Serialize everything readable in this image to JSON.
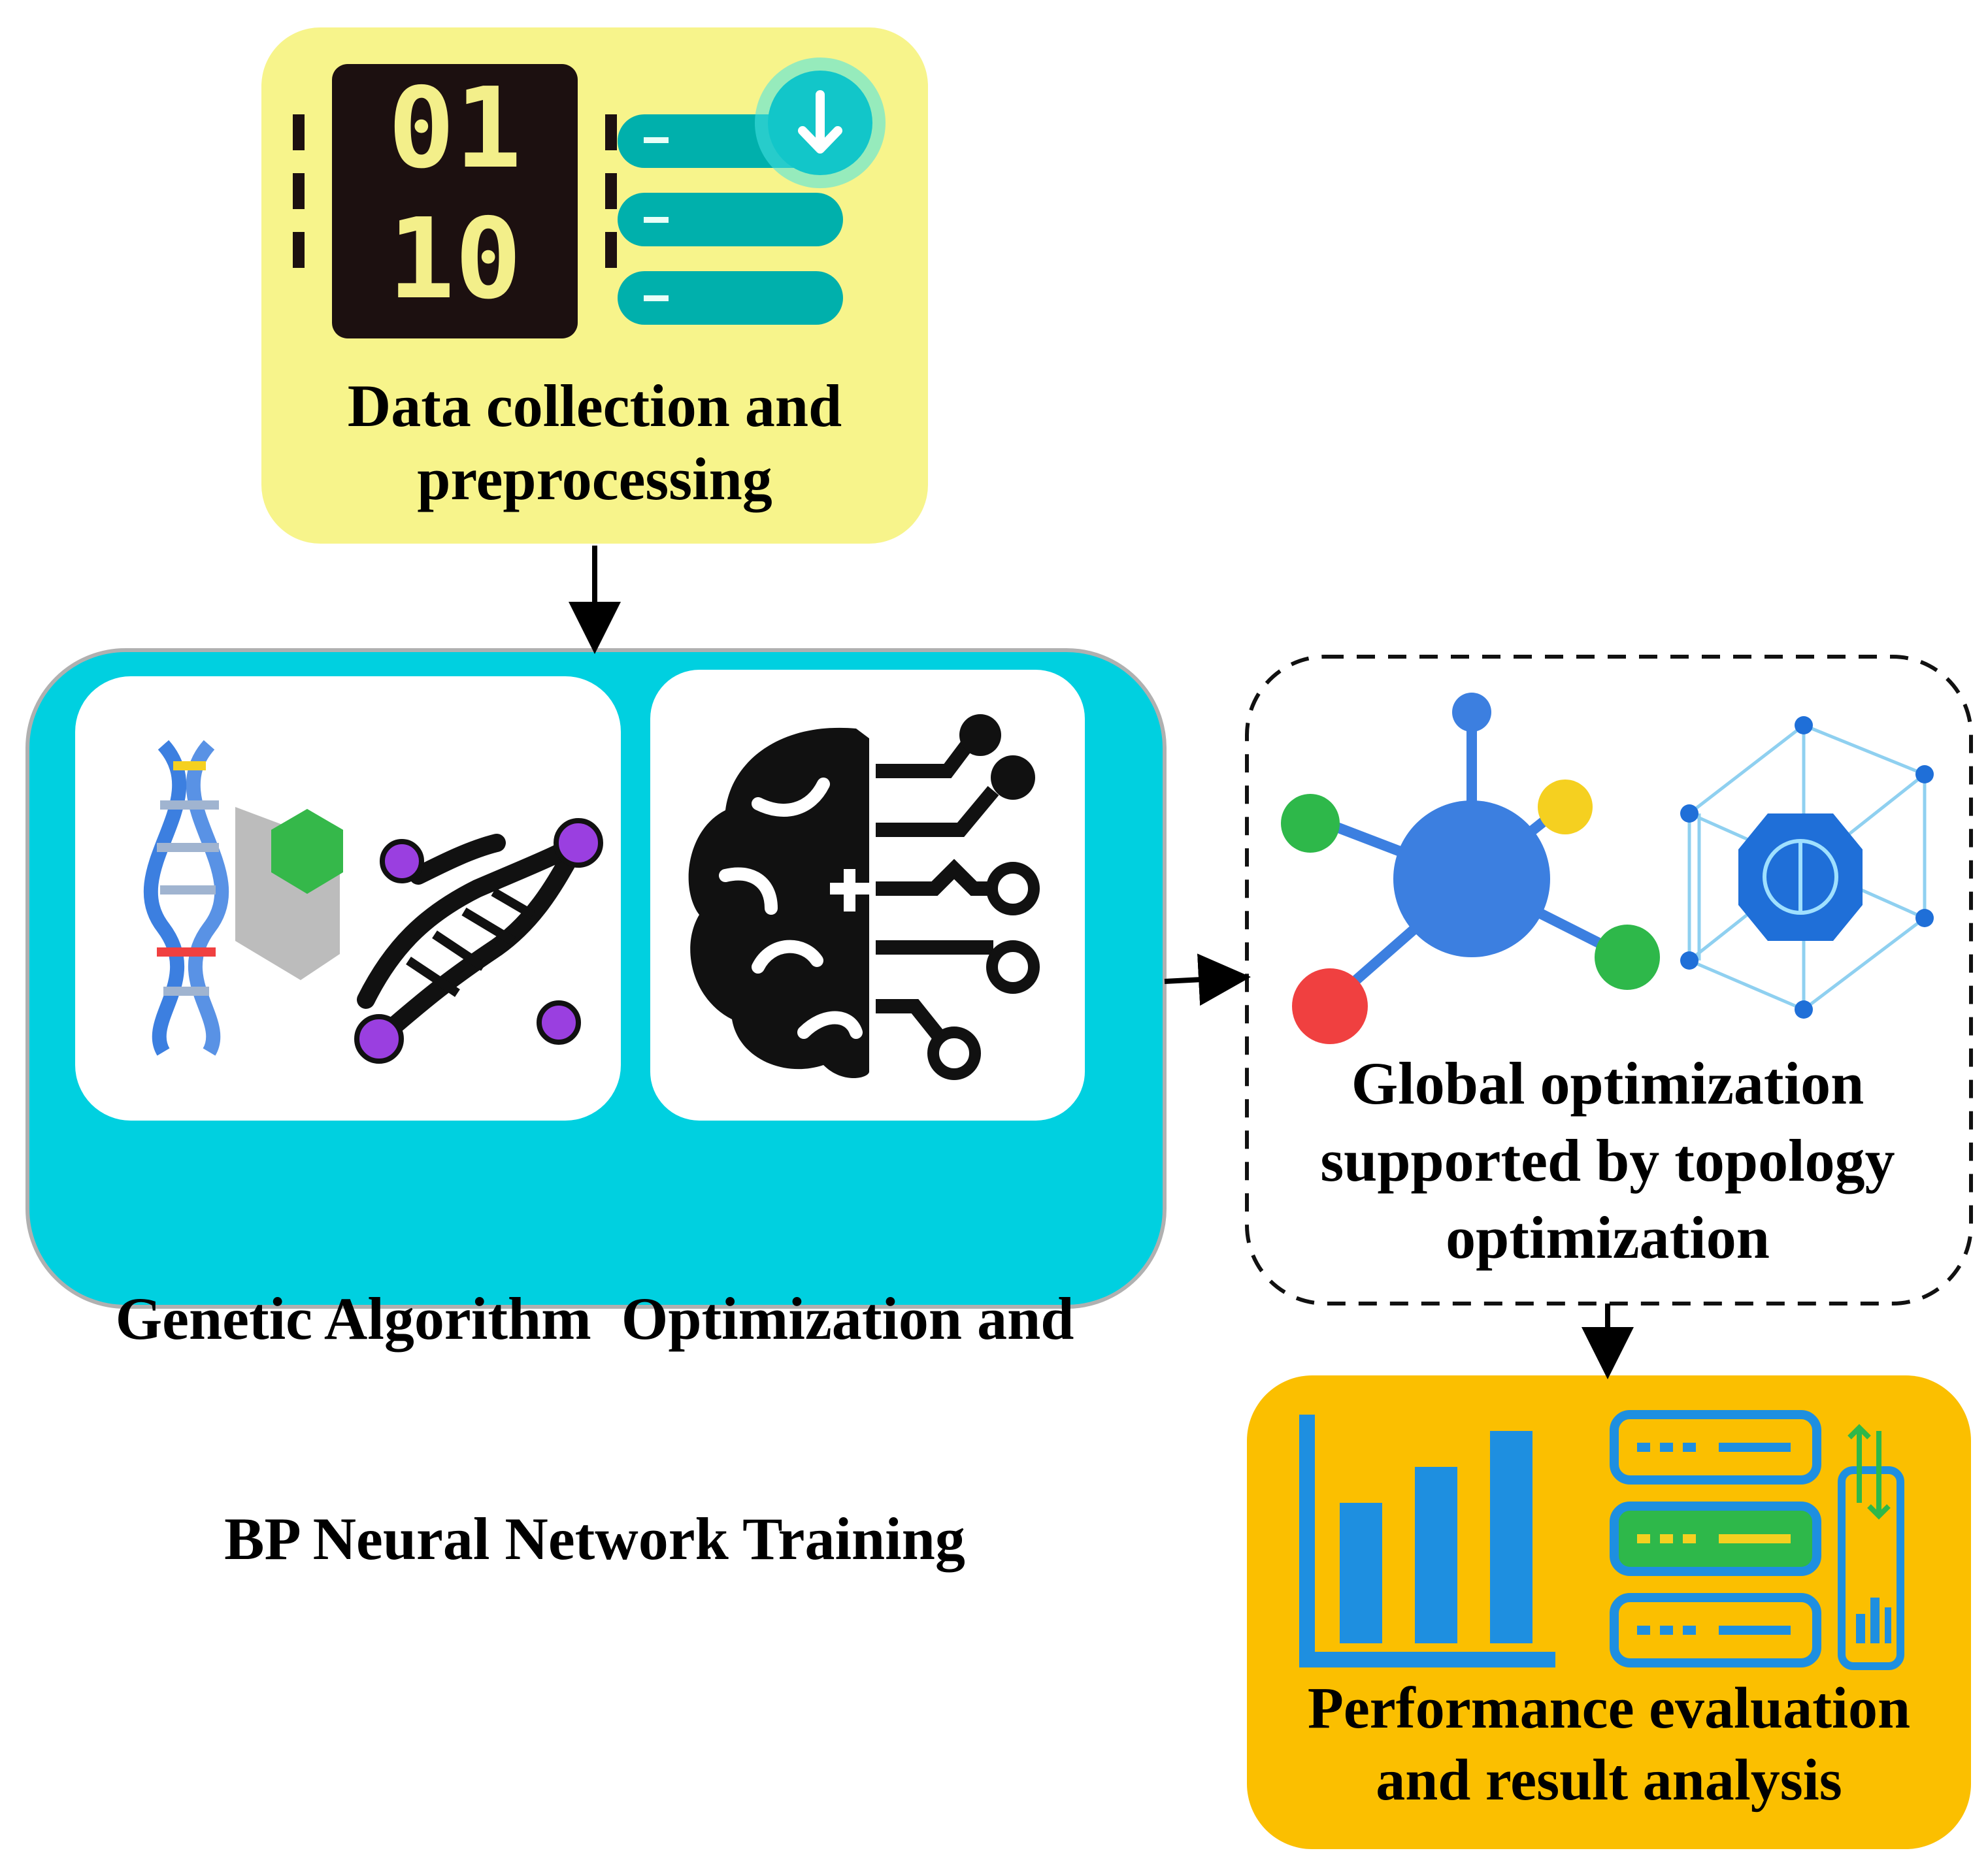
{
  "nodes": {
    "data_collection": {
      "label_line1": "Data collection and",
      "label_line2": "preprocessing",
      "fill": "#f7f48b"
    },
    "ga_bp": {
      "label_line1": "Genetic Algorithm  Optimization and",
      "label_line2": "BP Neural Network Training",
      "fill": "#00d0e0"
    },
    "global_opt": {
      "label_line1": "Global optimization",
      "label_line2": "supported by topology",
      "label_line3": "optimization",
      "border": "dashed"
    },
    "performance": {
      "label_line1": "Performance evaluation",
      "label_line2": "and result analysis",
      "fill": "#fbbf00"
    }
  },
  "icons": {
    "binary_chip": {
      "digits_top": "01",
      "digits_bottom": "10"
    },
    "download": "download-icon",
    "dna": "dna-icon",
    "brain": "brain-circuit-icon",
    "network": "network-hub-icon",
    "bar_chart": "bar-chart-icon",
    "server": "server-icon"
  },
  "colors": {
    "teal": "#00aaaa",
    "blue": "#3c7fe0",
    "purple": "#9a3fe0",
    "green": "#2eb84a",
    "red": "#f04040",
    "yellow": "#f5d020",
    "chart_blue": "#1e8fe0",
    "black": "#000000"
  },
  "edges": [
    {
      "from": "data_collection",
      "to": "ga_bp"
    },
    {
      "from": "ga_bp",
      "to": "global_opt"
    },
    {
      "from": "global_opt",
      "to": "performance"
    }
  ]
}
